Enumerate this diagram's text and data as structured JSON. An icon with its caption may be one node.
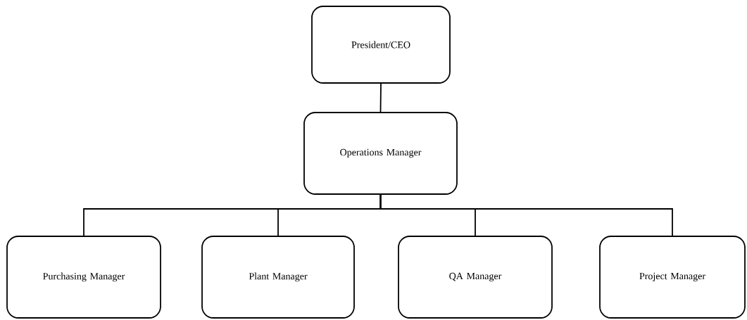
{
  "diagram": {
    "nodes": [
      {
        "text": [
          "President/CEO"
        ]
      },
      {
        "text": [
          "Operations Manager"
        ]
      },
      {
        "text": [
          "Purchasing Manager"
        ]
      },
      {
        "text": [
          "Plant Manager"
        ]
      },
      {
        "text": [
          "QA Manager"
        ]
      },
      {
        "text": [
          "Project Manager"
        ]
      }
    ],
    "edges": [
      {
        "from": 0,
        "to": 1,
        "arrow": "none"
      },
      {
        "from": 1,
        "to": 2,
        "arrow": "none"
      },
      {
        "from": 1,
        "to": 3,
        "arrow": "none"
      },
      {
        "from": 1,
        "to": 4,
        "arrow": "none"
      },
      {
        "from": 1,
        "to": 5,
        "arrow": "none"
      }
    ]
  }
}
